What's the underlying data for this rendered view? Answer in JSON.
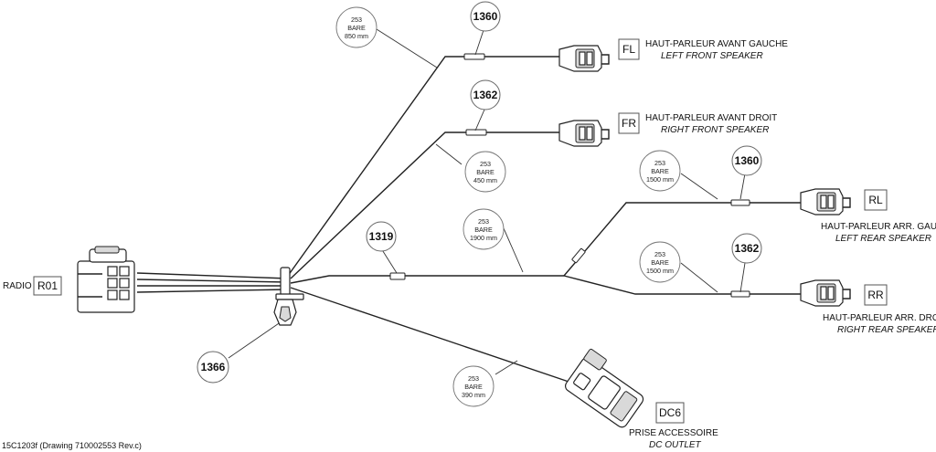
{
  "radio": {
    "label": "RADIO",
    "code": "R01"
  },
  "footer": "15C1203f (Drawing 710002553 Rev.c)",
  "refs": [
    "1360",
    "1362",
    "1360",
    "1362",
    "1319",
    "1366"
  ],
  "specs": [
    {
      "line1": "253",
      "line2": "BARE",
      "line3": "850 mm"
    },
    {
      "line1": "253",
      "line2": "BARE",
      "line3": "450 mm"
    },
    {
      "line1": "253",
      "line2": "BARE",
      "line3": "1500 mm"
    },
    {
      "line1": "253",
      "line2": "BARE",
      "line3": "1900 mm"
    },
    {
      "line1": "253",
      "line2": "BARE",
      "line3": "1500 mm"
    },
    {
      "line1": "253",
      "line2": "BARE",
      "line3": "390 mm"
    }
  ],
  "destinations": [
    {
      "code": "FL",
      "fr": "HAUT-PARLEUR AVANT GAUCHE",
      "en": "LEFT FRONT SPEAKER"
    },
    {
      "code": "FR",
      "fr": "HAUT-PARLEUR AVANT DROIT",
      "en": "RIGHT FRONT SPEAKER"
    },
    {
      "code": "RL",
      "fr": "HAUT-PARLEUR ARR. GAUCHE",
      "en": "LEFT REAR SPEAKER"
    },
    {
      "code": "RR",
      "fr": "HAUT-PARLEUR ARR. DROIT",
      "en": "RIGHT REAR SPEAKER"
    },
    {
      "code": "DC6",
      "fr": "PRISE ACCESSOIRE",
      "en": "DC OUTLET"
    }
  ],
  "icons": {
    "radio_connector": "radio-connector-icon",
    "speaker_connector": "speaker-connector-icon",
    "dc_outlet_connector": "dc-outlet-connector-icon",
    "harness_clip": "harness-clip-icon",
    "splice_sleeve": "splice-sleeve-icon"
  }
}
